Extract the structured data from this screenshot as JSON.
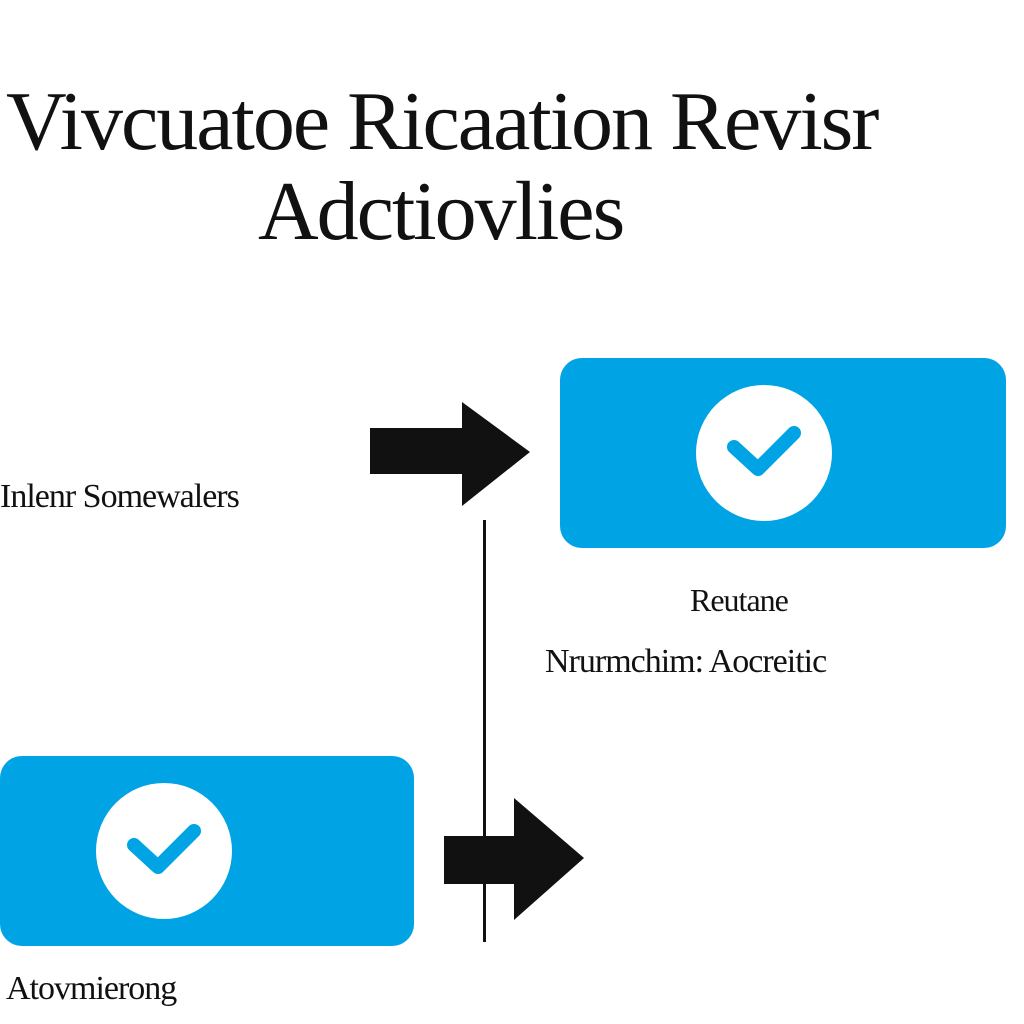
{
  "title": {
    "line1": "Vivcuatoe Ricaation Revisr",
    "line2": "Adctiovlies"
  },
  "left_label": "Inlenr Somewalers",
  "right_labels": {
    "line1": "Reutane",
    "line2": "Nrurmchim: Aocreitic"
  },
  "bottom_label": "Atovmierong",
  "icons": {
    "top_box_icon": "check-circle-icon",
    "bottom_box_icon": "check-circle-icon",
    "top_arrow": "arrow-right-icon",
    "bottom_arrow": "arrow-right-icon"
  },
  "colors": {
    "accent": "#00a3e4",
    "text": "#111111",
    "background": "#ffffff"
  }
}
